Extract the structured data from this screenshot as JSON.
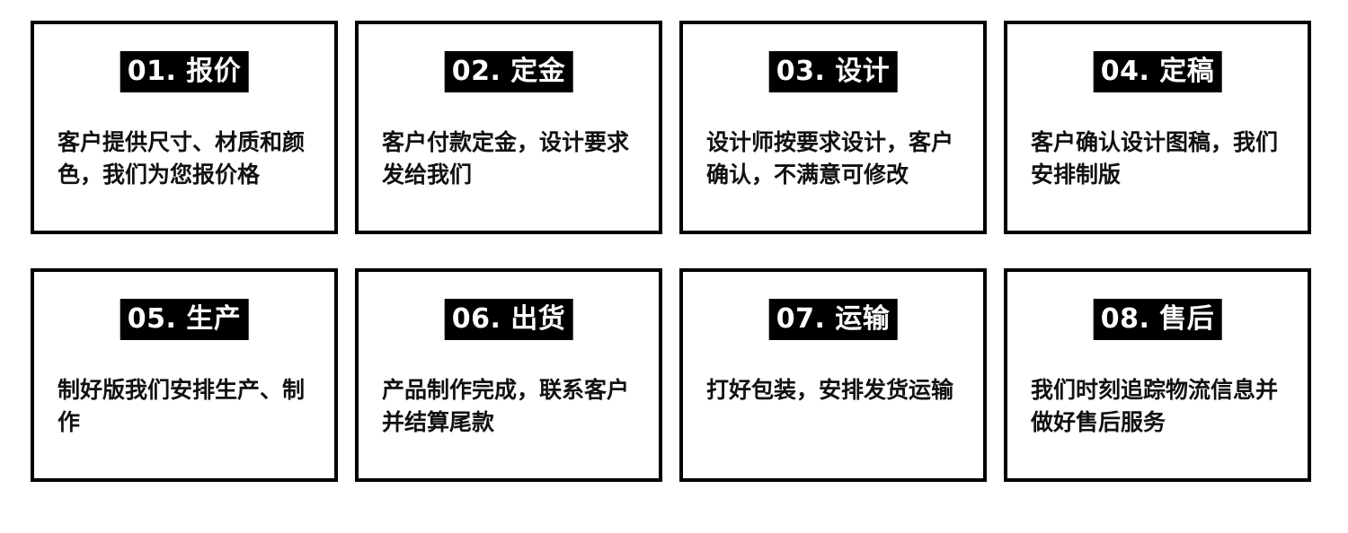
{
  "steps": [
    {
      "title": "01. 报价",
      "desc": "客户提供尺寸、材质和颜色，我们为您报价格"
    },
    {
      "title": "02. 定金",
      "desc": "客户付款定金，设计要求发给我们"
    },
    {
      "title": "03. 设计",
      "desc": "设计师按要求设计，客户确认，不满意可修改"
    },
    {
      "title": "04. 定稿",
      "desc": "客户确认设计图稿，我们安排制版"
    },
    {
      "title": "05. 生产",
      "desc": "制好版我们安排生产、制作"
    },
    {
      "title": "06. 出货",
      "desc": "产品制作完成，联系客户并结算尾款"
    },
    {
      "title": "07. 运输",
      "desc": "打好包装，安排发货运输"
    },
    {
      "title": "08. 售后",
      "desc": "我们时刻追踪物流信息并做好售后服务"
    }
  ]
}
